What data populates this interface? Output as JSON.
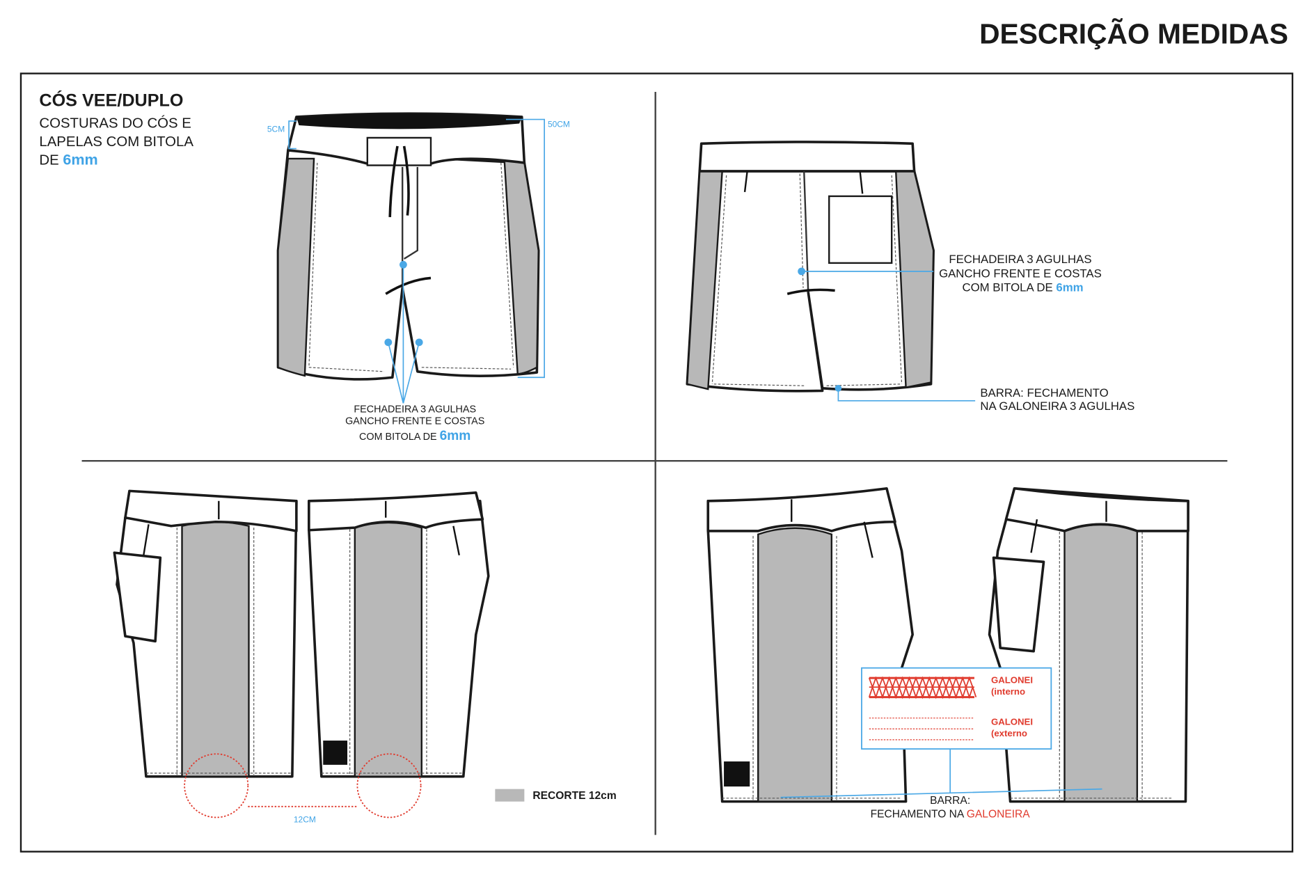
{
  "header": {
    "title": "DESCRIÇÃO MEDIDAS"
  },
  "panel_front": {
    "heading": "CÓS VEE/DUPLO",
    "desc_lines": [
      "COSTURAS DO CÓS E",
      "LAPELAS  COM BITOLA",
      "DE "
    ],
    "desc_highlight": "6mm",
    "measure_waistband": "5CM",
    "measure_length": "50CM",
    "callout_lines": [
      "FECHADEIRA 3 AGULHAS",
      "GANCHO FRENTE E COSTAS",
      "COM BITOLA DE "
    ],
    "callout_highlight": "6mm"
  },
  "panel_back": {
    "callout_lines": [
      "FECHADEIRA 3 AGULHAS",
      "GANCHO FRENTE E COSTAS",
      "COM BITOLA DE "
    ],
    "callout_highlight": "6mm",
    "hem_lines": [
      "BARRA: FECHAMENTO",
      "NA GALONEIRA 3 AGULHAS"
    ]
  },
  "panel_sides_left": {
    "distance_label": "12CM",
    "legend_label": "RECORTE 12cm"
  },
  "panel_sides_right": {
    "stitch_internal": [
      "GALONEI",
      "(interno"
    ],
    "stitch_external": [
      "GALONEI",
      "(externo"
    ],
    "hem_line1": "BARRA:",
    "hem_line2_prefix": "FECHAMENTO NA ",
    "hem_line2_highlight": "GALONEIRA"
  },
  "colors": {
    "accent_blue": "#3fa3e6",
    "accent_red": "#e03b2e",
    "panel_gray": "#b8b8b8"
  }
}
